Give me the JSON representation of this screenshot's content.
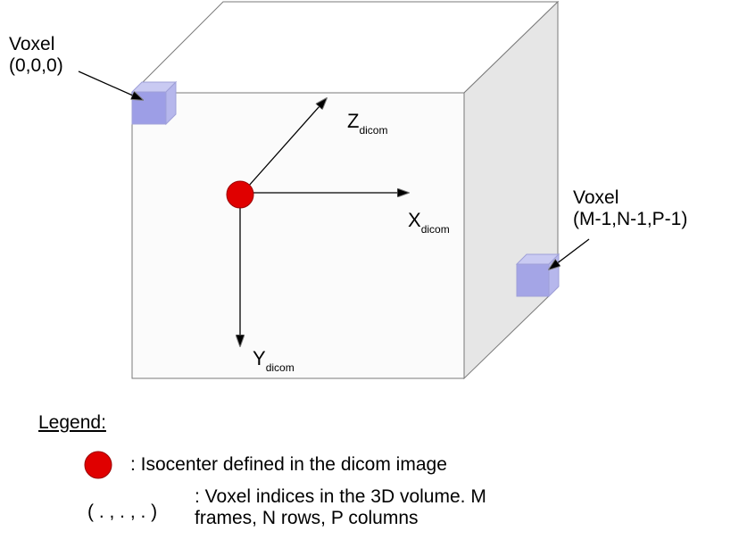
{
  "labels": {
    "voxel_origin": {
      "line1": "Voxel",
      "line2": "(0,0,0)"
    },
    "voxel_end": {
      "line1": "Voxel",
      "line2": "(M-1,N-1,P-1)"
    },
    "axis_z": {
      "main": "Z",
      "sub": "dicom"
    },
    "axis_x": {
      "main": "X",
      "sub": "dicom"
    },
    "axis_y": {
      "main": "Y",
      "sub": "dicom"
    }
  },
  "legend": {
    "title": "Legend:",
    "isocenter_text": ": Isocenter defined in the dicom image",
    "indices_symbol": "( . , . , . )",
    "indices_line1": ": Voxel indices in the 3D volume. M",
    "indices_line2": "frames, N rows, P columns"
  },
  "colors": {
    "isocenter": "#e00000",
    "voxel_fill": "#a7a8e8",
    "side_face": "#e6e6e6",
    "edge": "#7a7a7a"
  }
}
